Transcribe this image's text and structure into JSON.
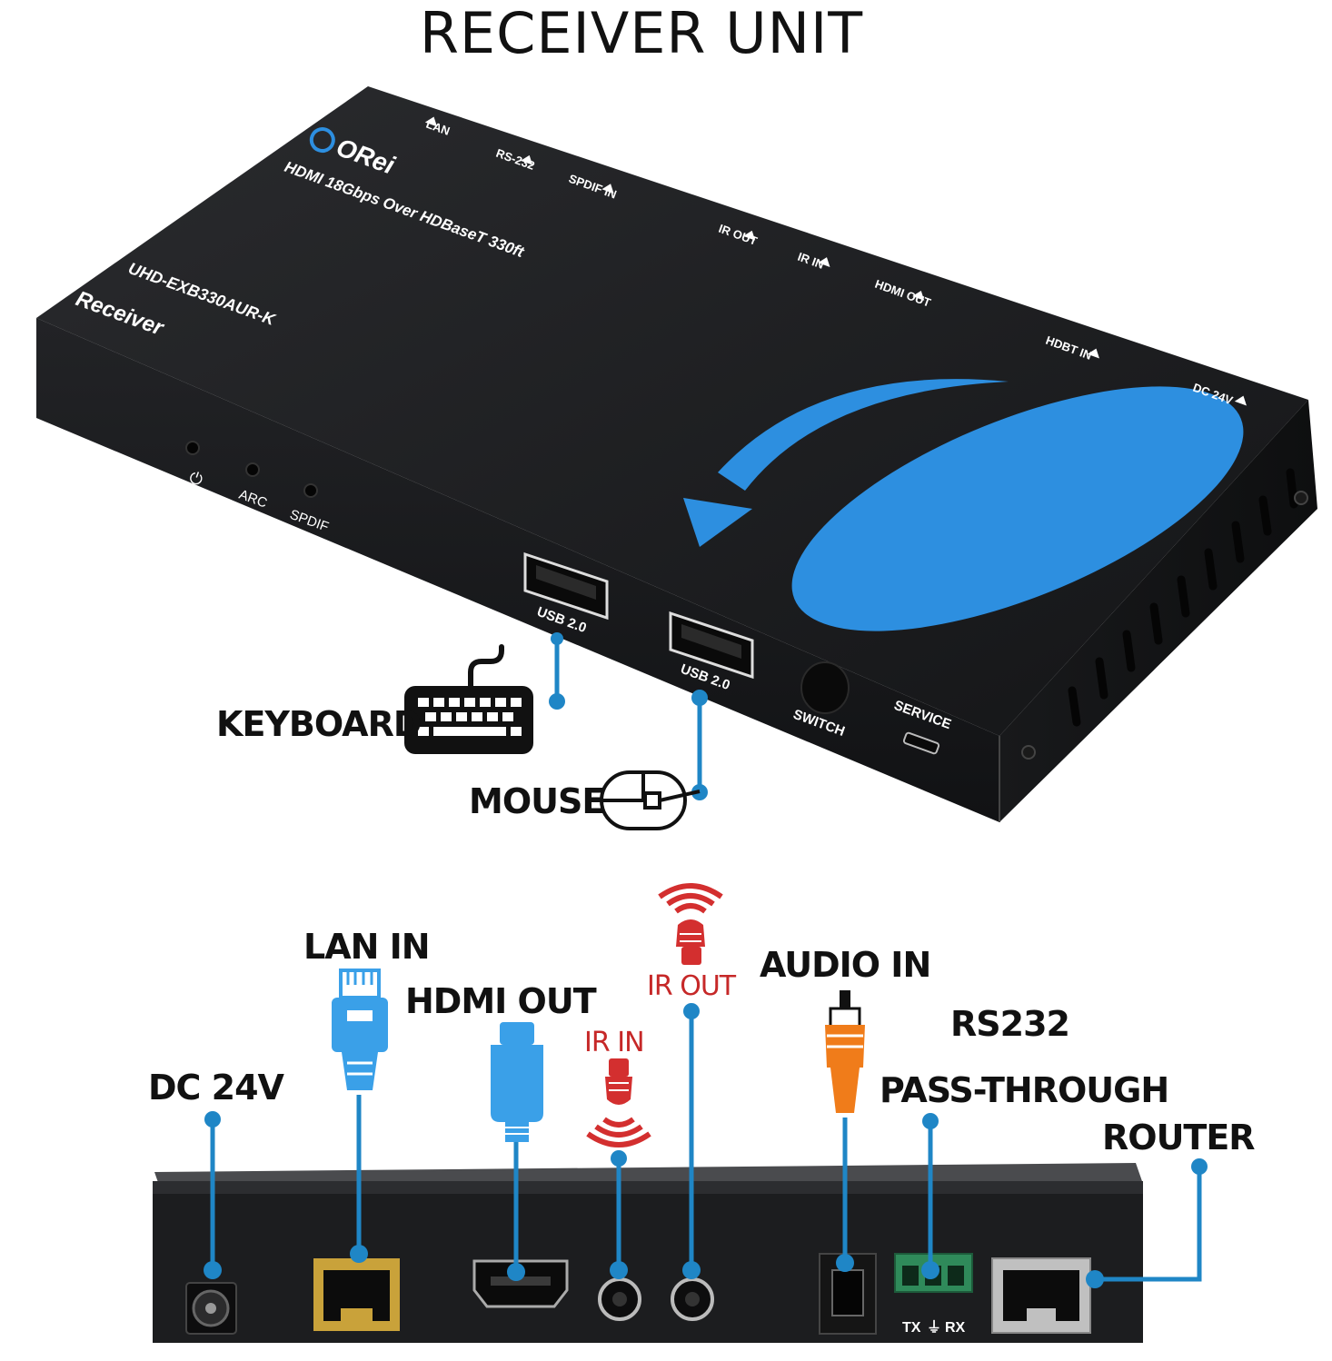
{
  "title": "RECEIVER UNIT",
  "device": {
    "brand": "ORei",
    "product_line": "HDMI 18Gbps Over HDBaseT 330ft",
    "model": "UHD-EXB330AUR-K",
    "role": "Receiver",
    "top_ports": [
      "LAN",
      "RS-232",
      "SPDIF IN",
      "IR OUT",
      "IR IN",
      "HDMI OUT",
      "HDBT IN",
      "DC 24V"
    ],
    "front_labels": {
      "power": "⏻",
      "arc": "ARC",
      "spdif": "SPDIF",
      "usb1": "USB 2.0",
      "usb2": "USB 2.0",
      "switch": "SWITCH",
      "service": "SERVICE"
    },
    "rear_labels": {
      "tx": "TX",
      "gnd": "⏚",
      "rx": "RX"
    },
    "accent_color": "#2d8fe0",
    "body_color": "#1c1d1f"
  },
  "callouts": {
    "keyboard": "KEYBOARD",
    "mouse": "MOUSE",
    "lan_in": "LAN IN",
    "hdmi_out": "HDMI OUT",
    "ir_in": "IR IN",
    "ir_out": "IR OUT",
    "audio_in": "AUDIO IN",
    "rs232": "RS232",
    "pass_through": "PASS-THROUGH",
    "dc24v": "DC 24V",
    "router": "ROUTER"
  },
  "colors": {
    "line": "#1f86c6",
    "ir_red": "#d32f2f",
    "audio_orange": "#f07c1a",
    "lan_blue": "#3aa0e8"
  },
  "icons": [
    "keyboard-icon",
    "mouse-icon",
    "ethernet-plug-icon",
    "hdmi-plug-icon",
    "ir-receiver-icon",
    "ir-emitter-icon",
    "rca-plug-icon"
  ]
}
